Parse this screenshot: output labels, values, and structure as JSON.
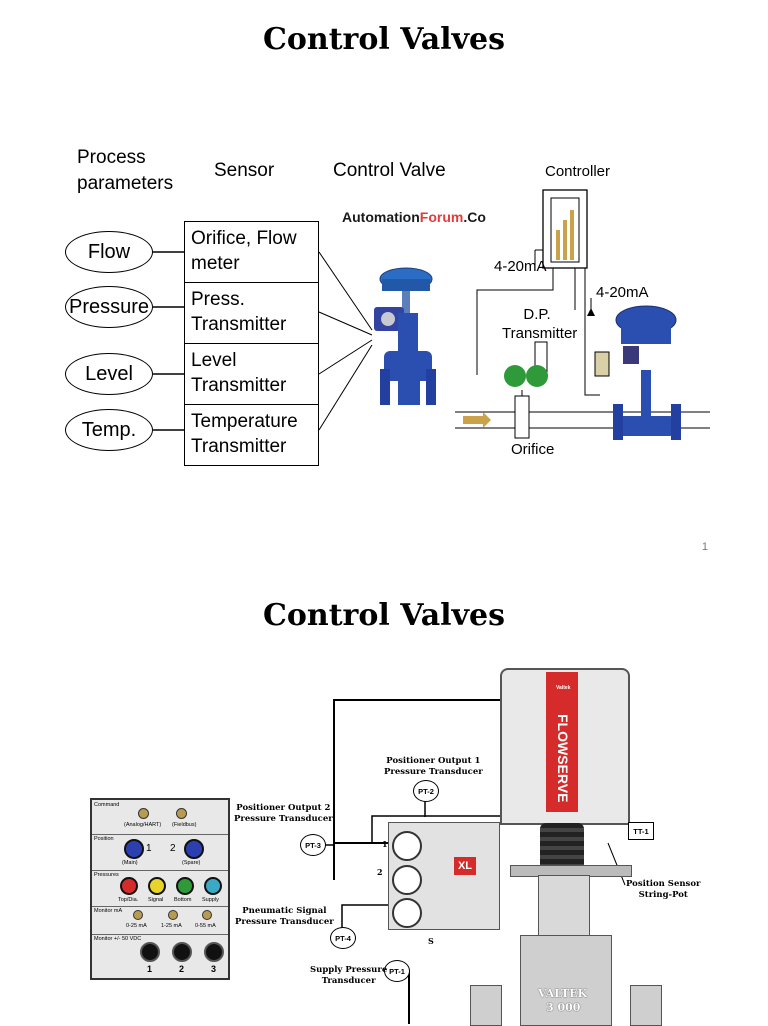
{
  "slide1": {
    "title": "Control Valves",
    "headers": {
      "process_parameters_line1": "Process",
      "process_parameters_line2": "parameters",
      "sensor": "Sensor",
      "control_valve": "Control Valve"
    },
    "brand": {
      "part1": "Automation",
      "part2": "Forum",
      "part3": ".Co"
    },
    "parameters": [
      "Flow",
      "Pressure",
      "Level",
      "Temp."
    ],
    "sensors": [
      {
        "line1": "Orifice, Flow",
        "line2": "meter"
      },
      {
        "line1": "Press.",
        "line2": "Transmitter"
      },
      {
        "line1": "Level",
        "line2": "Transmitter"
      },
      {
        "line1": "Temperature",
        "line2": "Transmitter"
      }
    ],
    "loop": {
      "controller": "Controller",
      "signal_left": "4-20mA",
      "signal_right": "4-20mA",
      "dp_line1": "D.P.",
      "dp_line2": "Transmitter",
      "orifice": "Orifice"
    },
    "page_number": "1"
  },
  "slide2": {
    "title": "Control Valves",
    "labels": {
      "pt2_line1": "Positioner Output 1",
      "pt2_line2": "Pressure Transducer",
      "pt3_line1": "Positioner Output 2",
      "pt3_line2": "Pressure Transducer",
      "pt4_line1": "Pneumatic Signal",
      "pt4_line2": "Pressure Transducer",
      "pt1_line1": "Supply Pressure",
      "pt1_line2": "Transducer",
      "sensor_line1": "Position Sensor",
      "sensor_line2": "String-Pot"
    },
    "tags": {
      "pt1": "PT-1",
      "pt2": "PT-2",
      "pt3": "PT-3",
      "pt4": "PT-4",
      "tt1": "TT-1"
    },
    "port_labels": {
      "one": "1",
      "two": "2",
      "s": "S"
    },
    "actuator": {
      "brand": "Valtek",
      "name": "FLOWSERVE",
      "logo": "XL",
      "body": "VALTEK",
      "size": "3 000"
    },
    "panel": {
      "command": "Command",
      "command_opts": [
        "(Analog/HART)",
        "(Fieldbus)"
      ],
      "position": "Position",
      "position_opts": [
        "(Main)",
        "(Spare)"
      ],
      "position_nums": [
        "1",
        "2"
      ],
      "pressures": "Pressures",
      "pressure_opts": [
        "Top/Dia.",
        "Signal",
        "Bottom",
        "Supply"
      ],
      "monitor_ma": "Monitor mA",
      "monitor_ma_opts": [
        "0-25 mA",
        "1-25 mA",
        "0-55 mA"
      ],
      "monitor_vdc": "Monitor +/- 50 VDC",
      "monitor_nums": [
        "1",
        "2",
        "3"
      ]
    }
  },
  "colors": {
    "valve_blue": "#2b4fb0",
    "bar_gold": "#c9a24a",
    "green": "#2e9a3a",
    "brand_red": "#d62b2b"
  }
}
